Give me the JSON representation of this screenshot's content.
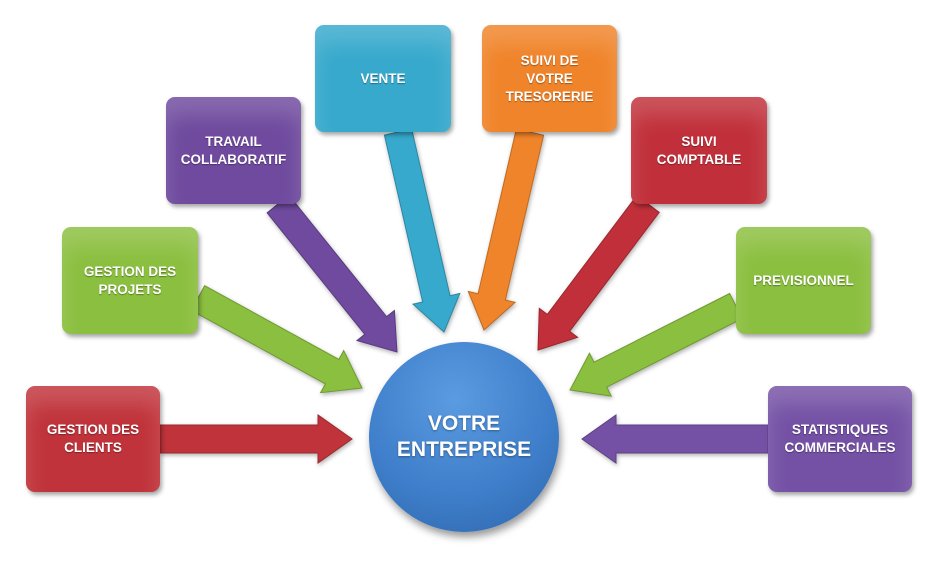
{
  "center": {
    "label": "VOTRE\nENTREPRISE",
    "color": "#3d7cc9"
  },
  "nodes": [
    {
      "id": "gestion-clients",
      "label": "GESTION DES\nCLIENTS",
      "color": "#c0333a"
    },
    {
      "id": "gestion-projets",
      "label": "GESTION DES\nPROJETS",
      "color": "#8bbf3f"
    },
    {
      "id": "travail-collab",
      "label": "TRAVAIL\nCOLLABORATIF",
      "color": "#6f4a9e"
    },
    {
      "id": "vente",
      "label": "VENTE",
      "color": "#37a9cc"
    },
    {
      "id": "suivi-tresorerie",
      "label": "SUIVI DE\nVOTRE\nTRESORERIE",
      "color": "#f0842a"
    },
    {
      "id": "suivi-comptable",
      "label": "SUIVI\nCOMPTABLE",
      "color": "#c1303a"
    },
    {
      "id": "previsionnel",
      "label": "PREVISIONNEL",
      "color": "#8bbf3f"
    },
    {
      "id": "stats-commerciales",
      "label": "STATISTIQUES\nCOMMERCIALES",
      "color": "#7451a5"
    }
  ]
}
